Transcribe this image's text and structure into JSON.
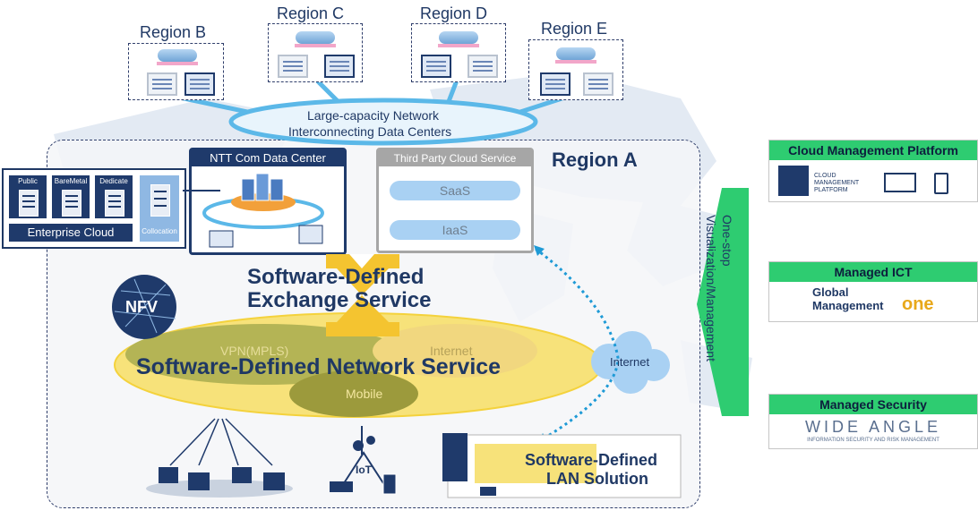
{
  "regions": {
    "b": "Region B",
    "c": "Region C",
    "d": "Region D",
    "e": "Region E",
    "a": "Region A"
  },
  "backbone": {
    "line1": "Large-capacity Network",
    "line2": "Interconnecting Data Centers"
  },
  "datacenter": {
    "title": "NTT Com Data Center"
  },
  "third_party": {
    "title": "Third Party Cloud Service",
    "saas": "SaaS",
    "iaas": "IaaS"
  },
  "enterprise_cloud": {
    "tiles": [
      "Public",
      "BareMetal",
      "Dedicate"
    ],
    "label": "Enterprise Cloud",
    "collocation": "Collocation"
  },
  "exchange": {
    "line1": "Software-Defined",
    "line2": "Exchange Service"
  },
  "nfv": "NFV",
  "network": {
    "vpn": "VPN(MPLS)",
    "internet_bg": "Internet",
    "title": "Software-Defined Network Service",
    "mobile": "Mobile"
  },
  "internet_cloud": "Internet",
  "iot": "IoT",
  "lan": {
    "line1": "Software-Defined",
    "line2": "LAN Solution"
  },
  "one_stop": {
    "line1": "One-stop",
    "line2": "Visualization/Management"
  },
  "panels": {
    "cmp": {
      "title": "Cloud Management Platform",
      "logo_line1": "CLOUD",
      "logo_line2": "MANAGEMENT",
      "logo_line3": "PLATFORM"
    },
    "ict": {
      "title": "Managed ICT",
      "logo_line1": "Global",
      "logo_line2": "Management",
      "logo_one": "one"
    },
    "security": {
      "title": "Managed Security",
      "logo": "WIDE ANGLE",
      "logo_sub": "INFORMATION SECURITY AND RISK MANAGEMENT"
    }
  },
  "colors": {
    "navy": "#1f3864",
    "green": "#2ecc71",
    "yellow": "#f4d23c",
    "olive": "#9c9a3c",
    "sky": "#5bc0eb"
  }
}
